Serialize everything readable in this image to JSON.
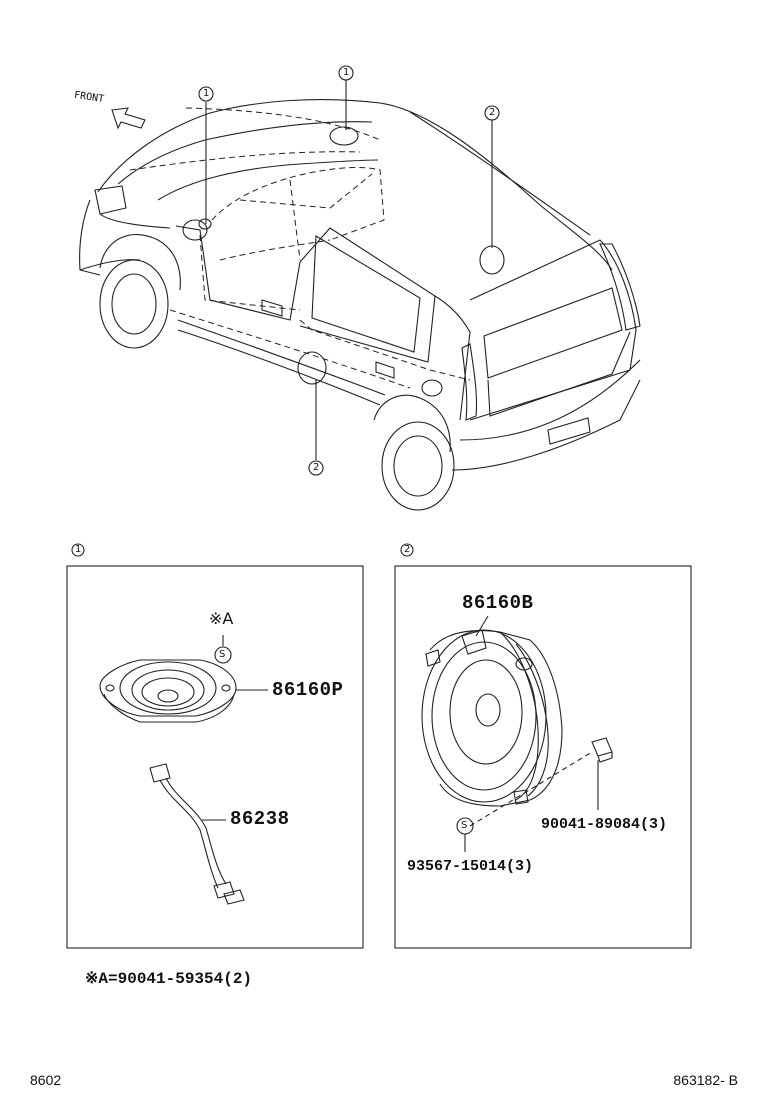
{
  "car": {
    "front_label": "FRONT",
    "callouts": [
      "1",
      "1",
      "2",
      "2"
    ]
  },
  "panel1": {
    "index": "1",
    "note_mark": "※A",
    "s_mark": "S",
    "part_speaker": "86160P",
    "part_harness": "86238"
  },
  "panel2": {
    "index": "2",
    "part_speaker": "86160B",
    "part_clip": "90041-89084(3)",
    "s_mark": "S",
    "part_screw": "93567-15014(3)"
  },
  "footnote": "※A=90041-59354(2)",
  "footer": {
    "left_code": "8602",
    "right_code": "863182- B"
  }
}
